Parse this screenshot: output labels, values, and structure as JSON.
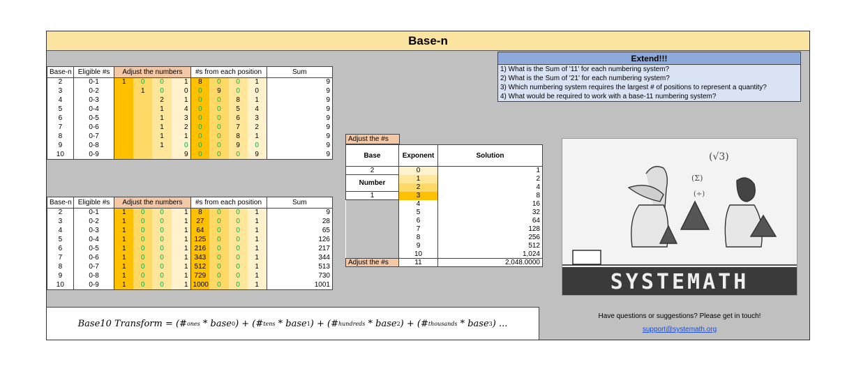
{
  "title": "Base-n",
  "table_headers": {
    "base_n": "Base-n",
    "eligible": "Eligible #s",
    "adjust": "Adjust the numbers",
    "positions": "#s from each position",
    "sum": "Sum"
  },
  "table1_rows": [
    {
      "base": "2",
      "elig": "0-1",
      "adj": [
        "1",
        "0",
        "0",
        "1"
      ],
      "pos": [
        "8",
        "0",
        "0",
        "1"
      ],
      "sum": "9"
    },
    {
      "base": "3",
      "elig": "0-2",
      "adj": [
        "",
        "1",
        "0",
        "0"
      ],
      "pos": [
        "0",
        "9",
        "0",
        "0"
      ],
      "sum": "9"
    },
    {
      "base": "4",
      "elig": "0-3",
      "adj": [
        "",
        "",
        "2",
        "1"
      ],
      "pos": [
        "0",
        "0",
        "8",
        "1"
      ],
      "sum": "9"
    },
    {
      "base": "5",
      "elig": "0-4",
      "adj": [
        "",
        "",
        "1",
        "4"
      ],
      "pos": [
        "0",
        "0",
        "5",
        "4"
      ],
      "sum": "9"
    },
    {
      "base": "6",
      "elig": "0-5",
      "adj": [
        "",
        "",
        "1",
        "3"
      ],
      "pos": [
        "0",
        "0",
        "6",
        "3"
      ],
      "sum": "9"
    },
    {
      "base": "7",
      "elig": "0-6",
      "adj": [
        "",
        "",
        "1",
        "2"
      ],
      "pos": [
        "0",
        "0",
        "7",
        "2"
      ],
      "sum": "9"
    },
    {
      "base": "8",
      "elig": "0-7",
      "adj": [
        "",
        "",
        "1",
        "1"
      ],
      "pos": [
        "0",
        "0",
        "8",
        "1"
      ],
      "sum": "9"
    },
    {
      "base": "9",
      "elig": "0-8",
      "adj": [
        "",
        "",
        "1",
        "0"
      ],
      "pos": [
        "0",
        "0",
        "9",
        "0"
      ],
      "sum": "9"
    },
    {
      "base": "10",
      "elig": "0-9",
      "adj": [
        "",
        "",
        "",
        "9"
      ],
      "pos": [
        "0",
        "0",
        "0",
        "9"
      ],
      "sum": "9"
    }
  ],
  "table2_rows": [
    {
      "base": "2",
      "elig": "0-1",
      "adj": [
        "1",
        "0",
        "0",
        "1"
      ],
      "pos": [
        "8",
        "0",
        "0",
        "1"
      ],
      "sum": "9"
    },
    {
      "base": "3",
      "elig": "0-2",
      "adj": [
        "1",
        "0",
        "0",
        "1"
      ],
      "pos": [
        "27",
        "0",
        "0",
        "1"
      ],
      "sum": "28"
    },
    {
      "base": "4",
      "elig": "0-3",
      "adj": [
        "1",
        "0",
        "0",
        "1"
      ],
      "pos": [
        "64",
        "0",
        "0",
        "1"
      ],
      "sum": "65"
    },
    {
      "base": "5",
      "elig": "0-4",
      "adj": [
        "1",
        "0",
        "0",
        "1"
      ],
      "pos": [
        "125",
        "0",
        "0",
        "1"
      ],
      "sum": "126"
    },
    {
      "base": "6",
      "elig": "0-5",
      "adj": [
        "1",
        "0",
        "0",
        "1"
      ],
      "pos": [
        "216",
        "0",
        "0",
        "1"
      ],
      "sum": "217"
    },
    {
      "base": "7",
      "elig": "0-6",
      "adj": [
        "1",
        "0",
        "0",
        "1"
      ],
      "pos": [
        "343",
        "0",
        "0",
        "1"
      ],
      "sum": "344"
    },
    {
      "base": "8",
      "elig": "0-7",
      "adj": [
        "1",
        "0",
        "0",
        "1"
      ],
      "pos": [
        "512",
        "0",
        "0",
        "1"
      ],
      "sum": "513"
    },
    {
      "base": "9",
      "elig": "0-8",
      "adj": [
        "1",
        "0",
        "0",
        "1"
      ],
      "pos": [
        "729",
        "0",
        "0",
        "1"
      ],
      "sum": "730"
    },
    {
      "base": "10",
      "elig": "0-9",
      "adj": [
        "1",
        "0",
        "0",
        "1"
      ],
      "pos": [
        "1000",
        "0",
        "0",
        "1"
      ],
      "sum": "1001"
    }
  ],
  "extend": {
    "title": "Extend!!!",
    "questions": [
      "1) What is the Sum of '11' for each numbering system?",
      "2) What is the Sum of '21' for each numbering system?",
      "3) Which numbering system requires the largest # of positions to represent a quantity?",
      "4) What would be required to work with a base-11 numbering system?"
    ]
  },
  "exponent_table": {
    "adjust_label": "Adjust the #s",
    "headers": {
      "base": "Base",
      "exponent": "Exponent",
      "solution": "Solution"
    },
    "base_value": "2",
    "number_label": "Number",
    "number_value": "1",
    "exponents": [
      "0",
      "1",
      "2",
      "3",
      "4",
      "5",
      "6",
      "7",
      "8",
      "9",
      "10",
      "11"
    ],
    "solutions": [
      "1",
      "2",
      "4",
      "8",
      "16",
      "32",
      "64",
      "128",
      "256",
      "512",
      "1,024",
      "2,048.0000"
    ],
    "bottom_label": "Adjust the #s"
  },
  "formula": {
    "lhs": "Base10 Transform",
    "ones": "ones",
    "tens": "tens",
    "hundreds": "hundreds",
    "thousands": "thousands",
    "base_word": "base",
    "exp": [
      "0",
      "1",
      "2",
      "3"
    ]
  },
  "logo": {
    "text": "SYSTEMATH"
  },
  "contact": {
    "message": "Have questions or suggestions? Please get in touch!",
    "email": "support@systemath.org"
  },
  "colors": {
    "title_bg": "#fbe3a0",
    "adjust_header_bg": "#f4c7a7",
    "col_shade_1": "#ffc000",
    "col_shade_2": "#ffd966",
    "col_shade_3": "#ffe699",
    "col_shade_4": "#fff2cc",
    "zero_digit": "#00b050",
    "extend_bg": "#dae3f3",
    "extend_title_bg": "#8eaadb",
    "link": "#1f4fd8"
  }
}
